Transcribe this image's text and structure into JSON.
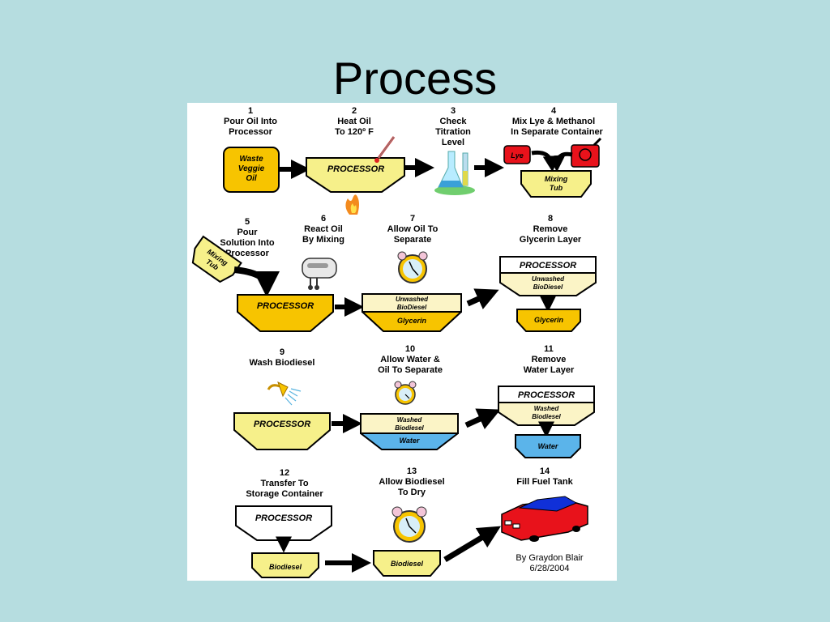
{
  "slide": {
    "title": "Process"
  },
  "steps": [
    {
      "num": "1",
      "lines": [
        "Pour Oil Into",
        "Processor"
      ]
    },
    {
      "num": "2",
      "lines": [
        "Heat Oil",
        "To 120º F"
      ]
    },
    {
      "num": "3",
      "lines": [
        "Check",
        "Titration",
        "Level"
      ]
    },
    {
      "num": "4",
      "lines": [
        "Mix Lye & Methanol",
        "In Separate Container"
      ]
    },
    {
      "num": "5",
      "lines": [
        "Pour",
        "Solution Into",
        "Processor"
      ]
    },
    {
      "num": "6",
      "lines": [
        "React Oil",
        "By Mixing"
      ]
    },
    {
      "num": "7",
      "lines": [
        "Allow Oil To",
        "Separate"
      ]
    },
    {
      "num": "8",
      "lines": [
        "Remove",
        "Glycerin Layer"
      ]
    },
    {
      "num": "9",
      "lines": [
        "Wash Biodiesel"
      ]
    },
    {
      "num": "10",
      "lines": [
        "Allow Water &",
        "Oil To Separate"
      ]
    },
    {
      "num": "11",
      "lines": [
        "Remove",
        "Water Layer"
      ]
    },
    {
      "num": "12",
      "lines": [
        "Transfer To",
        "Storage Container"
      ]
    },
    {
      "num": "13",
      "lines": [
        "Allow Biodiesel",
        "To Dry"
      ]
    },
    {
      "num": "14",
      "lines": [
        "Fill Fuel Tank"
      ]
    }
  ],
  "labels": {
    "processor": "PROCESSOR",
    "waste_oil": [
      "Waste",
      "Veggie",
      "Oil"
    ],
    "lye": "Lye",
    "mixing_tub": [
      "Mixing",
      "Tub"
    ],
    "unwashed": [
      "Unwashed",
      "BioDiesel"
    ],
    "glycerin": "Glycerin",
    "washed": [
      "Washed",
      "Biodiesel"
    ],
    "water": "Water",
    "biodiesel": "Biodiesel"
  },
  "credit": {
    "author": "By Graydon Blair",
    "date": "6/28/2004"
  },
  "colors": {
    "background": "#b6dde0",
    "processor_gold": "#f7c400",
    "processor_yellow": "#f6f08a",
    "unwashed_fill": "#fbf4c6",
    "water_fill": "#5bb4ea",
    "car_red": "#e8121b",
    "car_blue": "#1030d8"
  }
}
